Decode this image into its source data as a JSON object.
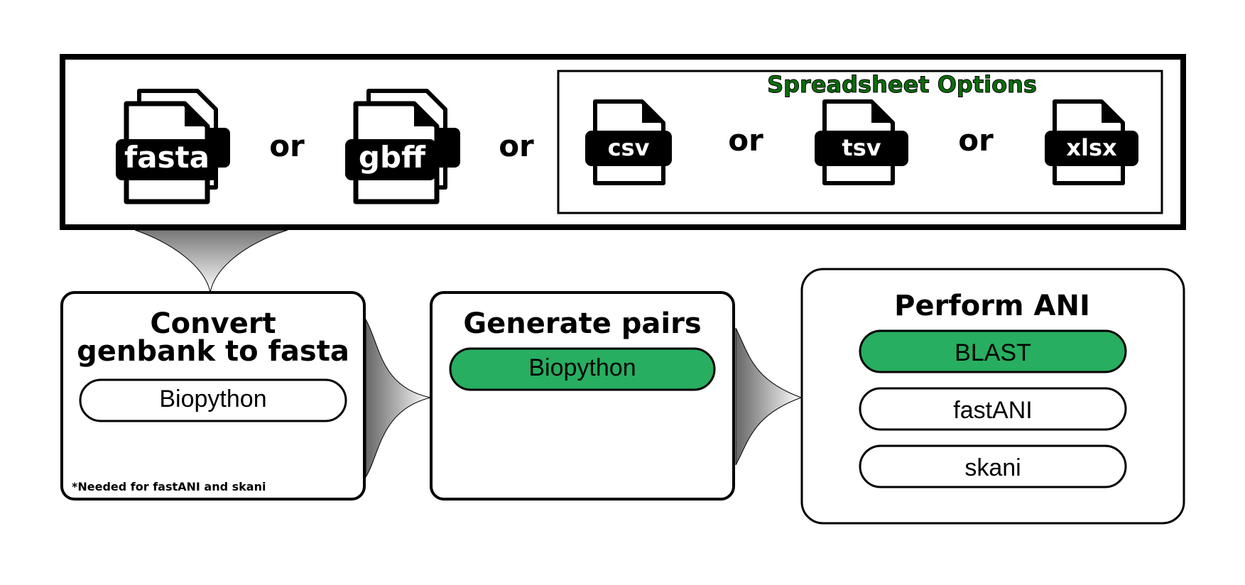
{
  "inputs": {
    "files": [
      {
        "label": "fasta",
        "stacked": true
      },
      {
        "label": "gbff",
        "stacked": true
      }
    ],
    "separator": "or",
    "spreadsheet": {
      "title": "Spreadsheet Options",
      "title_color": "#0a6e0a",
      "files": [
        {
          "label": "csv"
        },
        {
          "label": "tsv"
        },
        {
          "label": "xlsx"
        }
      ]
    }
  },
  "steps": [
    {
      "title_lines": [
        "Convert",
        "genbank to fasta"
      ],
      "tools": [
        {
          "label": "Biopython",
          "highlighted": false
        }
      ],
      "footnote": "*Needed for fastANI and skani"
    },
    {
      "title_lines": [
        "Generate pairs"
      ],
      "tools": [
        {
          "label": "Biopython",
          "highlighted": true
        }
      ]
    },
    {
      "title_lines": [
        "Perform ANI"
      ],
      "tools": [
        {
          "label": "BLAST",
          "highlighted": true
        },
        {
          "label": "fastANI",
          "highlighted": false
        },
        {
          "label": "skani",
          "highlighted": false
        }
      ]
    }
  ],
  "colors": {
    "highlight": "#27ae60",
    "stroke": "#000000"
  }
}
